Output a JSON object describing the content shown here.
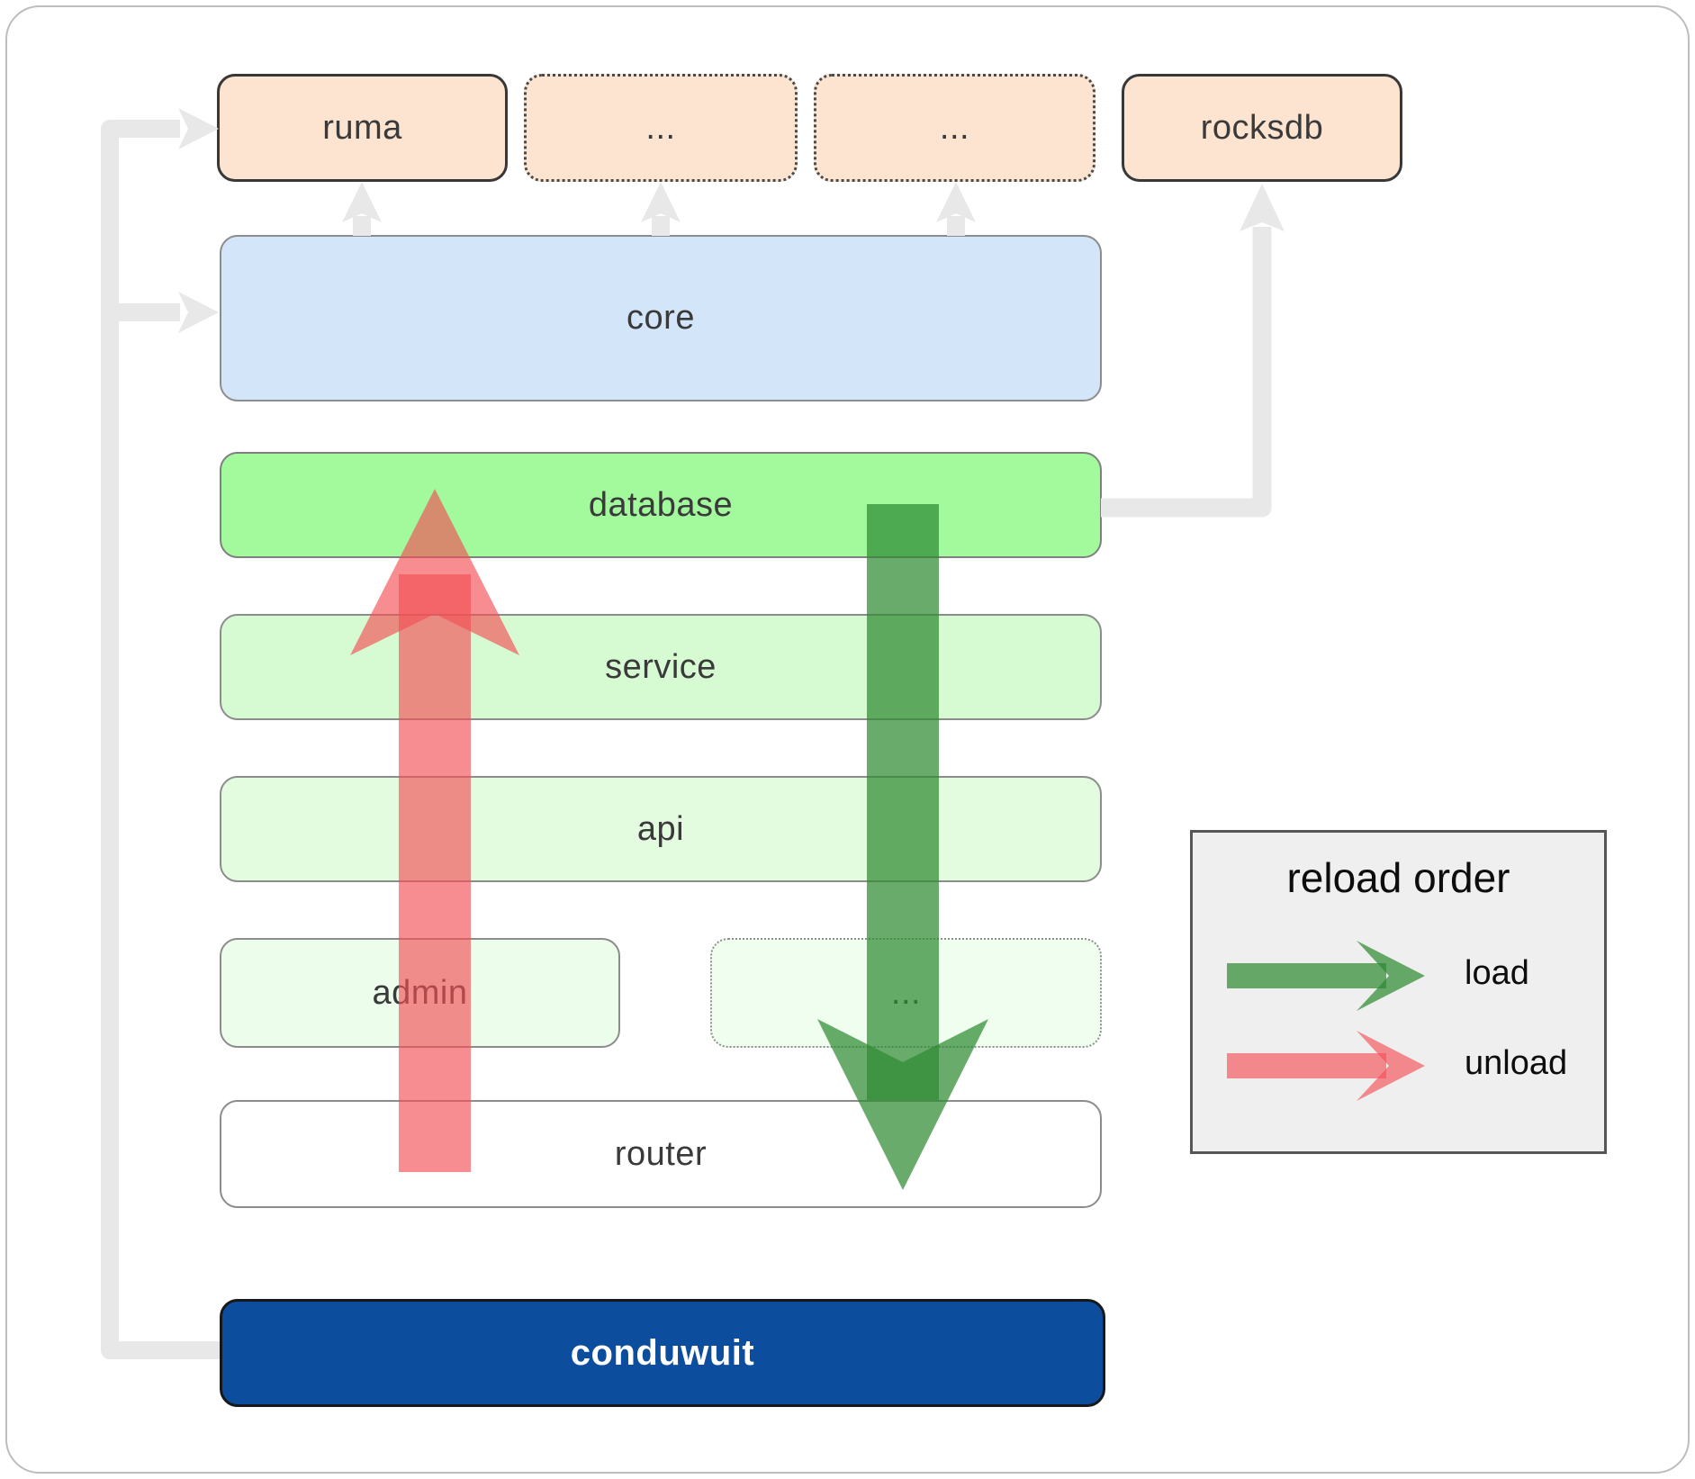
{
  "diagram": {
    "description": "conduwuit architecture reload-order diagram"
  },
  "nodes": {
    "ruma": {
      "label": "ruma"
    },
    "dep_ellipsis_1": {
      "label": "..."
    },
    "dep_ellipsis_2": {
      "label": "..."
    },
    "rocksdb": {
      "label": "rocksdb"
    },
    "core": {
      "label": "core"
    },
    "database": {
      "label": "database"
    },
    "service": {
      "label": "service"
    },
    "api": {
      "label": "api"
    },
    "admin": {
      "label": "admin"
    },
    "service_ellipsis": {
      "label": "..."
    },
    "router": {
      "label": "router"
    },
    "conduwuit": {
      "label": "conduwuit"
    }
  },
  "legend": {
    "title": "reload order",
    "items": [
      {
        "label": "load"
      },
      {
        "label": "unload"
      }
    ]
  },
  "colors": {
    "peach_fill": "#fce4d1",
    "core_blue_fill": "#d3e5f8",
    "database_green_fill": "#a2fa9d",
    "service_green_fill": "#d6fad2",
    "api_green_fill": "#e3fcdf",
    "admin_green_fill": "#ecfdeb",
    "router_fill": "#ffffff",
    "conduwuit_navy_fill": "#0d4d9d",
    "legend_bg": "#efefef",
    "connector_gray": "#e8e8e8",
    "load_green": "#2e8b32",
    "unload_red": "#f25056"
  }
}
